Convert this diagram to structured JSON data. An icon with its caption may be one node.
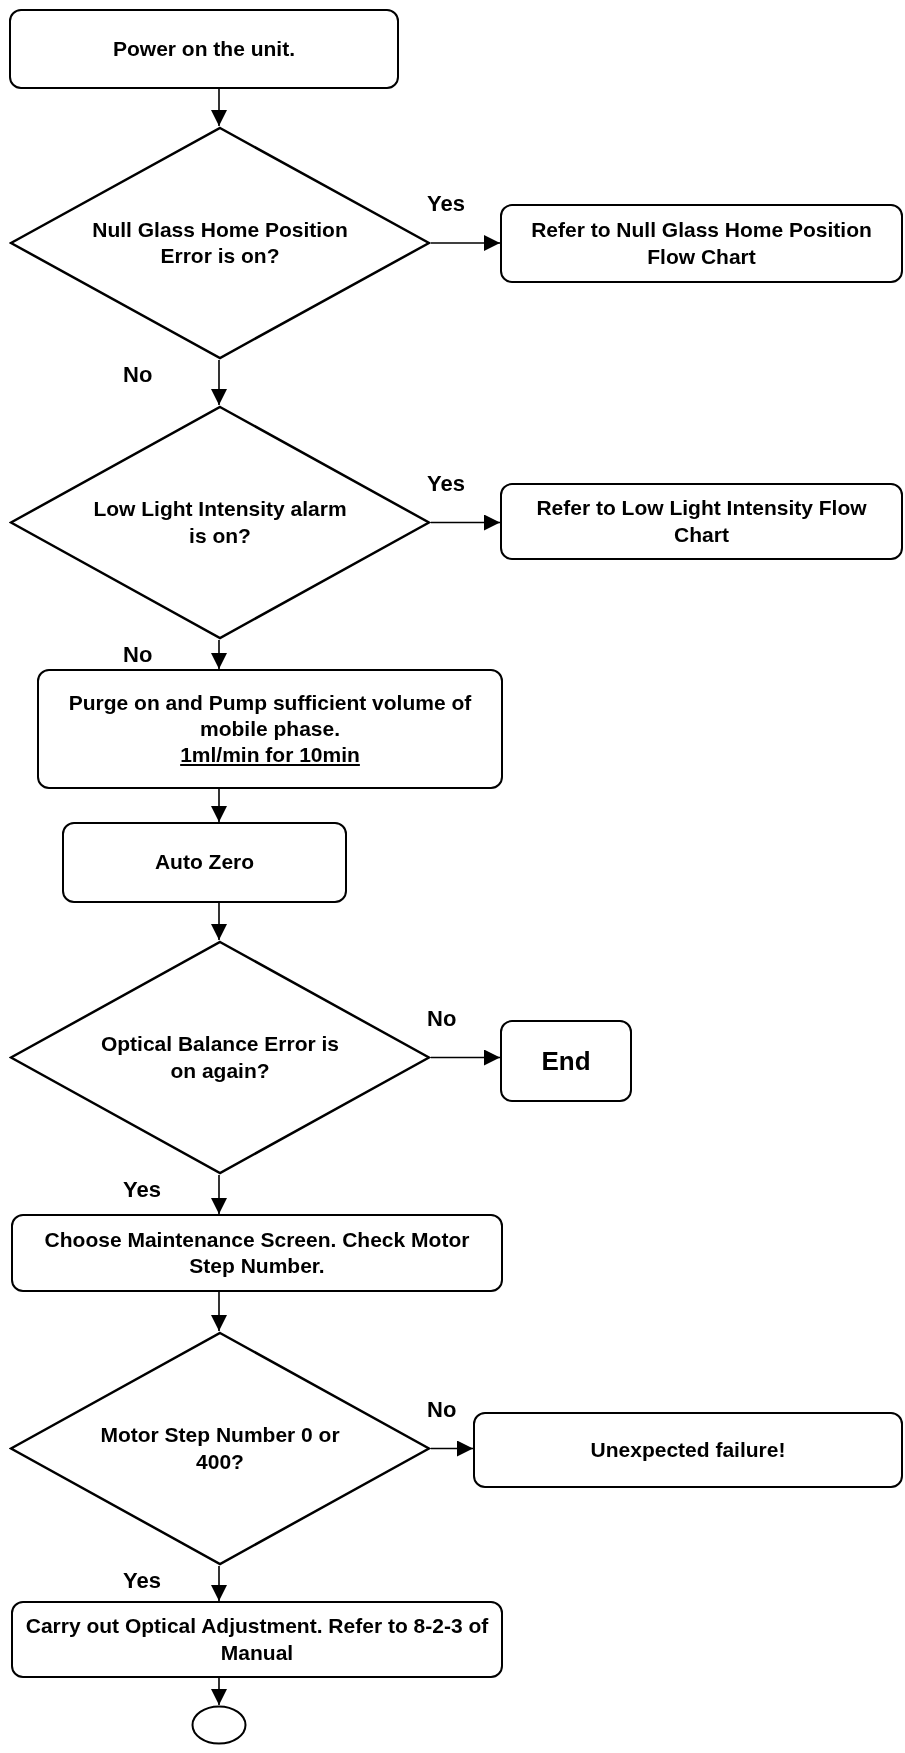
{
  "diagram": {
    "nodes": [
      {
        "text": [
          "Power on the unit."
        ]
      },
      {
        "text": [
          "Null Glass Home Position Error is on?"
        ]
      },
      {
        "text": [
          "Refer to Null Glass Home Position Flow Chart"
        ]
      },
      {
        "text": [
          "Low Light Intensity alarm is on?"
        ]
      },
      {
        "text": [
          "Refer to Low Light Intensity Flow Chart"
        ]
      },
      {
        "text": [
          "Purge on and Pump sufficient volume of mobile phase.",
          "1ml/min for 10min"
        ]
      },
      {
        "text": [
          "Auto Zero"
        ]
      },
      {
        "text": [
          "Optical Balance Error is on again?"
        ]
      },
      {
        "text": [
          "End"
        ]
      },
      {
        "text": [
          "Choose Maintenance Screen. Check Motor Step Number."
        ]
      },
      {
        "text": [
          "Motor Step Number 0 or 400?"
        ]
      },
      {
        "text": [
          "Unexpected failure!"
        ]
      },
      {
        "text": [
          "Carry out Optical Adjustment. Refer to 8-2-3 of Manual"
        ]
      },
      {
        "text": [],
        "shape": "circle"
      }
    ],
    "edges": [
      {
        "from": 0,
        "to": 1,
        "arrow": "to"
      },
      {
        "from": 1,
        "to": 2,
        "arrow": "to",
        "label": "Yes"
      },
      {
        "from": 1,
        "to": 3,
        "arrow": "to",
        "label": "No"
      },
      {
        "from": 3,
        "to": 4,
        "arrow": "to",
        "label": "Yes"
      },
      {
        "from": 3,
        "to": 5,
        "arrow": "to",
        "label": "No"
      },
      {
        "from": 5,
        "to": 6,
        "arrow": "to"
      },
      {
        "from": 6,
        "to": 7,
        "arrow": "to"
      },
      {
        "from": 7,
        "to": 8,
        "arrow": "to",
        "label": "No"
      },
      {
        "from": 7,
        "to": 9,
        "arrow": "to",
        "label": "Yes"
      },
      {
        "from": 9,
        "to": 10,
        "arrow": "to"
      },
      {
        "from": 10,
        "to": 11,
        "arrow": "to",
        "label": "No"
      },
      {
        "from": 10,
        "to": 12,
        "arrow": "to",
        "label": "Yes"
      },
      {
        "from": 12,
        "to": 13,
        "arrow": "to"
      }
    ]
  }
}
